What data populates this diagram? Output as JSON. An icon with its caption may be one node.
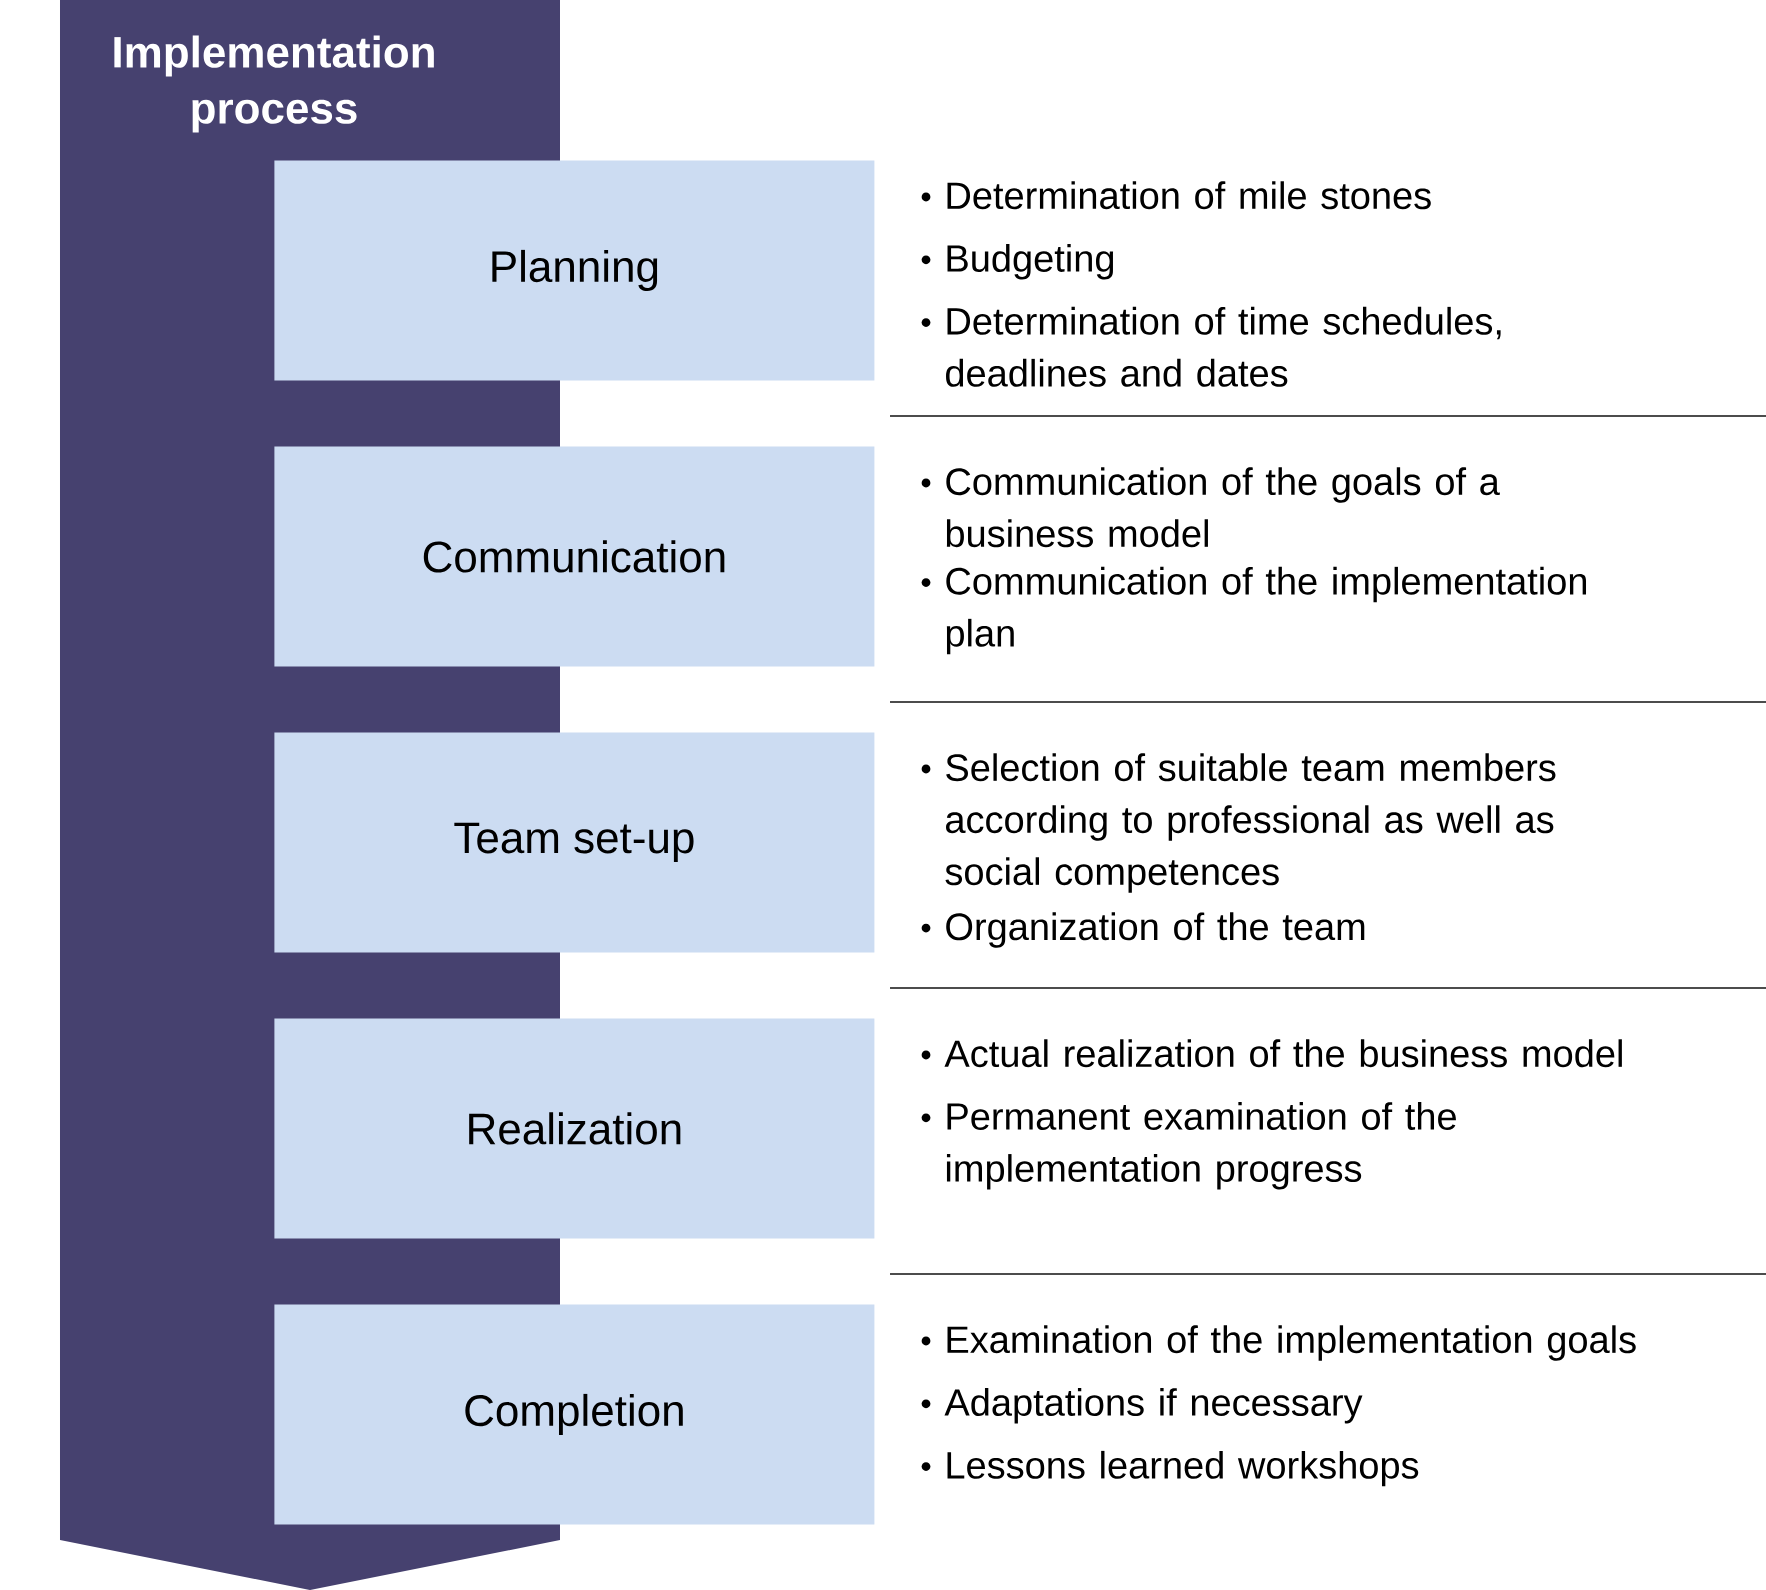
{
  "diagram": {
    "nodes": [
      {
        "text": [
          "Implementation process"
        ]
      },
      {
        "text": [
          "Planning"
        ],
        "beside": [
          "Determination of mile stones",
          "Budgeting",
          "Determination of time schedules, deadlines and dates"
        ]
      },
      {
        "text": [
          "Communication"
        ],
        "beside": [
          "Communication of the goals of a business model",
          "Communication of the implementation plan"
        ]
      },
      {
        "text": [
          "Team set-up"
        ],
        "beside": [
          "Selection of suitable team members according to professional as well as social competences",
          "Organization of the team"
        ]
      },
      {
        "text": [
          "Realization"
        ],
        "beside": [
          "Actual realization of the business model",
          "Permanent examination of the implementation progress"
        ]
      },
      {
        "text": [
          "Completion"
        ],
        "beside": [
          "Examination of the implementation goals",
          "Adaptations if necessary",
          "Lessons learned workshops"
        ]
      }
    ]
  }
}
